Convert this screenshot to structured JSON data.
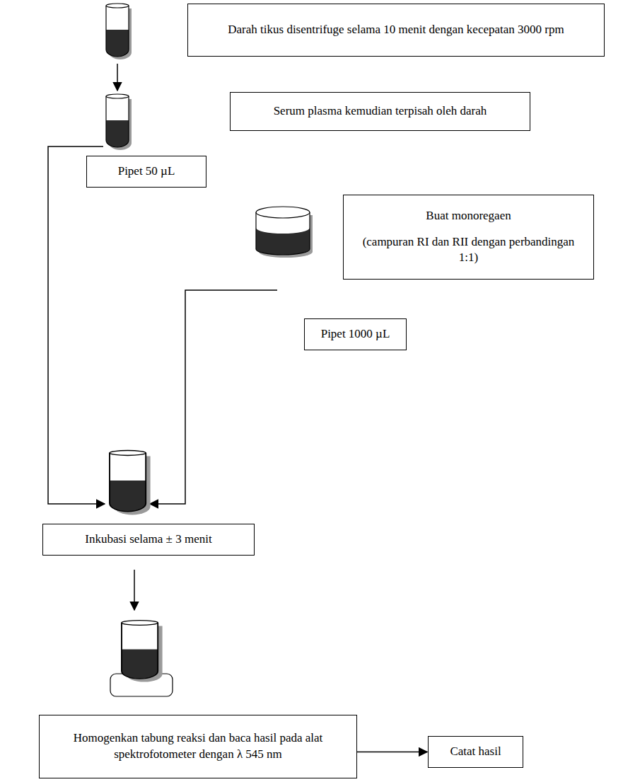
{
  "diagram": {
    "nodes": [
      {
        "text": [
          "Darah tikus disentrifuge selama 10 menit dengan kecepatan 3000 rpm"
        ]
      },
      {
        "text": [
          "Serum plasma kemudian terpisah oleh darah"
        ]
      },
      {
        "text": [
          "Pipet 50 µL"
        ]
      },
      {
        "text": [
          "Buat monoregaen",
          "(campuran RI dan RII dengan perbandingan 1:1)"
        ]
      },
      {
        "text": [
          "Pipet 1000 µL"
        ]
      },
      {
        "text": [
          "Inkubasi selama ± 3 menit"
        ]
      },
      {
        "text": [
          "Homogenkan tabung reaksi dan baca hasil pada alat spektrofotometer dengan λ 545 nm"
        ]
      },
      {
        "text": [
          "Catat hasil"
        ]
      }
    ],
    "edges": [
      {
        "from": 6,
        "to": 7,
        "arrow": "to"
      }
    ]
  }
}
